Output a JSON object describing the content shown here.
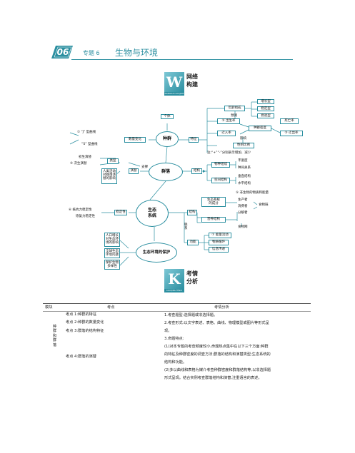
{
  "header": {
    "number": "06",
    "topic_label": "专题 6",
    "title": "生物与环境"
  },
  "section_network": {
    "badge_letter": "W",
    "badge_sub": "WANGLUO GOUJIAN",
    "title_line1": "网络",
    "title_line2": "构建"
  },
  "section_analysis": {
    "badge_letter": "K",
    "badge_sub": "KAOQING FENXI",
    "title_line1": "考情",
    "title_line2": "分析"
  },
  "mindmap": {
    "center_population": "种群",
    "center_community": "群落",
    "center_ecosystem_l1": "生态",
    "center_ecosystem_l2": "系统",
    "center_protection": "生态环境的保护",
    "individual": "个体",
    "j_curve": "① “J” 型曲线",
    "s_curve": "“S” 型曲线",
    "quantity_change": "数量变化",
    "feature": "特征",
    "age_structure": "年龄组成",
    "growth_type": "增长型",
    "stable_type": "稳定型",
    "decline_type": "衰退型",
    "predict": "预测",
    "birth_rate": "② 出生率",
    "death_rate": "死亡率",
    "pop_density": "种群密度",
    "immigration": "迁入率",
    "emigration": "③ 迁出率",
    "influence": "影响",
    "sex_ratio": "性别比例",
    "note": "注:“+”“-”分别表示增加、减少",
    "primary_succession": "初生演替",
    "secondary_succession": "④ 次生演替",
    "types": "类型",
    "human_activity_l1": "人类活动",
    "human_activity_l2": "对群落演",
    "human_activity_l3": "替的影响",
    "succession": "演替",
    "support": "支撑",
    "structure": "结构",
    "species_composition": "物种组成",
    "spatial_structure": "空间结构",
    "richness": "丰富度",
    "interspecies": "种间关系",
    "vertical": "垂直结构",
    "horizontal": "水平结构",
    "abiotic": "⑤ 非生物的物质和能量",
    "components_l1": "生态系统",
    "components_l2": "的成分",
    "producer": "生产者",
    "consumer": "消费者",
    "decomposer": "分解者",
    "food_chain": "食物链",
    "food_web": "食物网",
    "nutrition_structure": "营养结构",
    "ecosys_structure": "结构",
    "connection": "联系",
    "function": "功能",
    "energy_flow": "⑦ 能量流动",
    "matter_cycle": "物质循环",
    "info_transfer": "信息传递",
    "resistance_stability": "⑥ 抵抗力稳定性",
    "recovery_stability": "恢复力稳定性",
    "stability": "稳定性",
    "pop_growth_l1": "人口增长",
    "pop_growth_l2": "对生态环",
    "pop_growth_l3": "境的影响",
    "global_issue_l1": "全球生态",
    "global_issue_l2": "环境问题",
    "biodiversity_l1": "保护生物",
    "biodiversity_l2": "多样性"
  },
  "analysis_table": {
    "col_module": "模块",
    "col_point": "考点",
    "col_analysis": "考情分析",
    "module_name": "种群和群落",
    "points": [
      "考点 1:种群的特征",
      "考点 2:种群的数量变化",
      "考点 3:群落的结构特征",
      "考点 4:群落的演替"
    ],
    "analysis_lines": [
      "1.考查题型:选择题或非选择题。",
      "2.考查形式:以文字表述、表格、曲线、物理模型或图片等形式呈",
      "现。",
      "3.命题特点:",
      "(1)对本专题的考查频度较小,命题热点集中在以下三个方面:种群",
      "的特征及种群密度的调查方法;群落的结构和演替类型;生态系统的",
      "结构和功能。",
      "(2)多以曲线和表格为媒介考查种群密度和群落结构等,以非选择题",
      "形式呈现。结合实例考查群落结构和演替,注重语言的表述。"
    ]
  },
  "colors": {
    "accent": "#2b8fa0",
    "badge_light": "#7ec8d6"
  }
}
